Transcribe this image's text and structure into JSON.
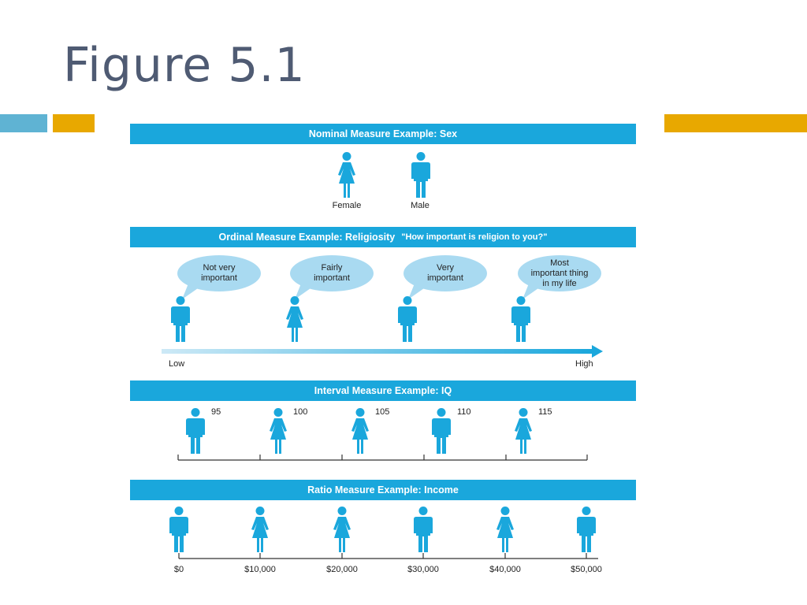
{
  "slide": {
    "title": "Figure 5.1",
    "accent_colors": {
      "blue": "#5fb3d3",
      "gold": "#e8a800"
    }
  },
  "figure": {
    "figure_color": "#1aa7dc",
    "nominal": {
      "banner": "Nominal Measure Example:  Sex",
      "people": [
        {
          "icon": "female-icon",
          "label": "Female"
        },
        {
          "icon": "male-icon",
          "label": "Male"
        }
      ]
    },
    "ordinal": {
      "banner": "Ordinal Measure Example:  Religiosity",
      "question": "\"How important is religion to you?\"",
      "bubbles": [
        {
          "text": "Not very\nimportant",
          "icon": "male-icon"
        },
        {
          "text": "Fairly\nimportant",
          "icon": "female-icon"
        },
        {
          "text": "Very\nimportant",
          "icon": "male-icon"
        },
        {
          "text": "Most\nimportant thing\nin my life",
          "icon": "male-icon"
        }
      ],
      "scale_low": "Low",
      "scale_high": "High"
    },
    "interval": {
      "banner": "Interval Measure Example:  IQ",
      "people": [
        {
          "icon": "male-icon",
          "value": "95"
        },
        {
          "icon": "female-icon",
          "value": "100"
        },
        {
          "icon": "female-icon",
          "value": "105"
        },
        {
          "icon": "male-icon",
          "value": "110"
        },
        {
          "icon": "female-icon",
          "value": "115"
        }
      ]
    },
    "ratio": {
      "banner": "Ratio Measure Example:  Income",
      "people": [
        {
          "icon": "male-icon",
          "value": "$0"
        },
        {
          "icon": "female-icon",
          "value": "$10,000"
        },
        {
          "icon": "female-icon",
          "value": "$20,000"
        },
        {
          "icon": "male-icon",
          "value": "$30,000"
        },
        {
          "icon": "female-icon",
          "value": "$40,000"
        },
        {
          "icon": "male-icon",
          "value": "$50,000"
        }
      ]
    }
  }
}
